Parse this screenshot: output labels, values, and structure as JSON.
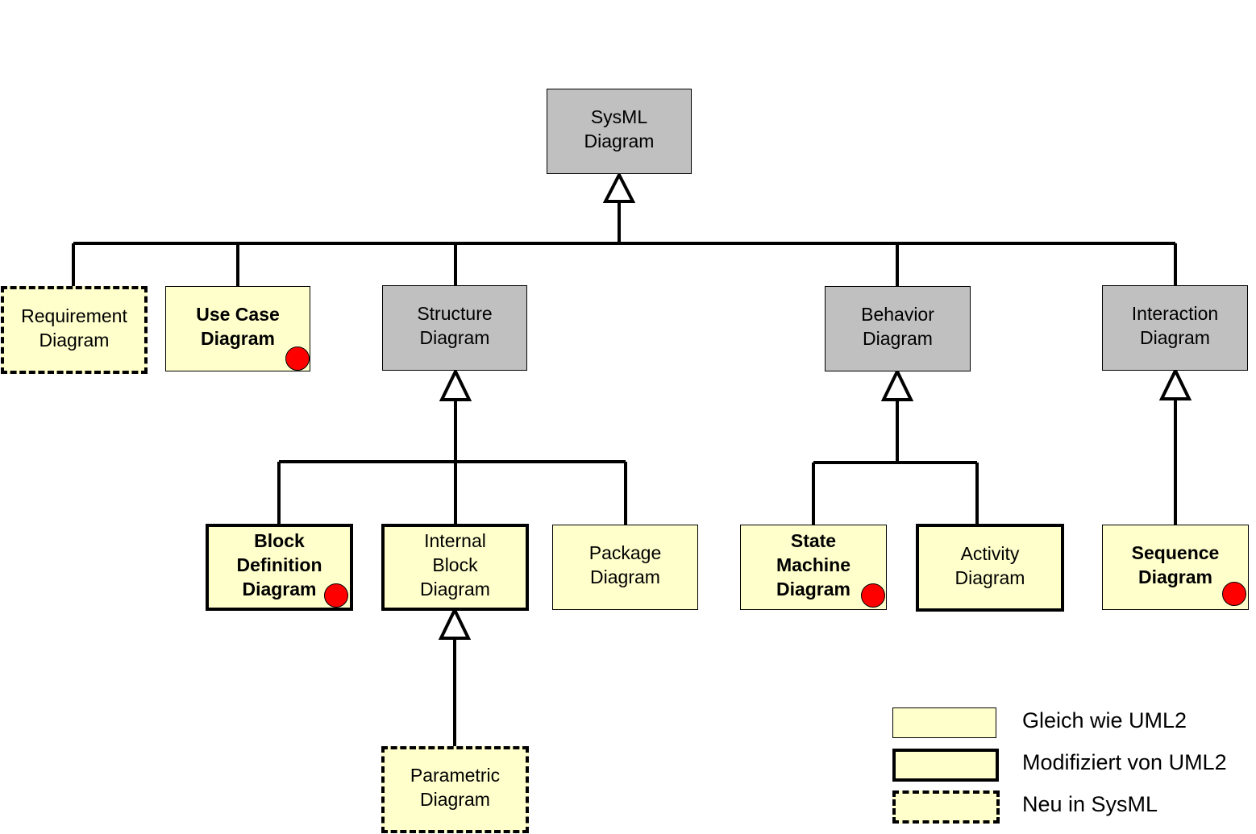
{
  "diagram": {
    "root": "SysML\nDiagram",
    "requirement": "Requirement\nDiagram",
    "use_case": "Use Case\nDiagram",
    "structure": "Structure\nDiagram",
    "behavior": "Behavior\nDiagram",
    "interaction": "Interaction\nDiagram",
    "block_definition": "Block\nDefinition\nDiagram",
    "internal_block": "Internal\nBlock\nDiagram",
    "package": "Package\nDiagram",
    "state_machine": "State\nMachine\nDiagram",
    "activity": "Activity\nDiagram",
    "sequence": "Sequence\nDiagram",
    "parametric": "Parametric\nDiagram"
  },
  "legend": {
    "same": "Gleich wie UML2",
    "modified": "Modifiziert von UML2",
    "new": "Neu in SysML"
  },
  "colors": {
    "abstract_fill": "#c0c0c0",
    "diagram_fill": "#ffffcc",
    "marker_dot": "#ff0000",
    "line": "#000000"
  }
}
